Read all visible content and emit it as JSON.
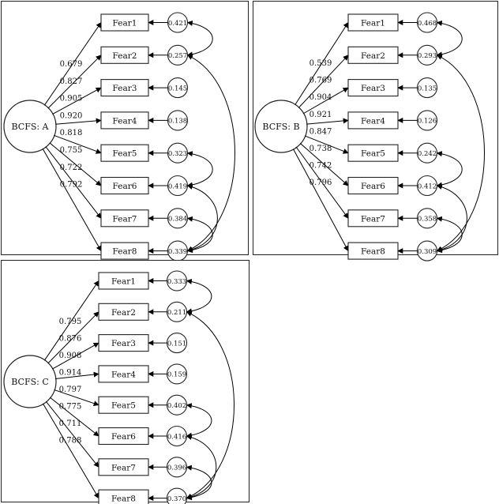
{
  "panels": [
    {
      "id": "a",
      "factor": "BCFS: A",
      "items": [
        "Fear1",
        "Fear2",
        "Fear3",
        "Fear4",
        "Fear5",
        "Fear6",
        "Fear7",
        "Fear8"
      ],
      "loadings": [
        "0.679",
        "0.827",
        "0.905",
        "0.920",
        "0.818",
        "0.755",
        "0.722",
        "0.792"
      ],
      "errors": [
        "0.421",
        "0.257",
        "0.145",
        "0.138",
        "0.323",
        "0.419",
        "0.384",
        "0.339"
      ],
      "correlations": [
        [
          0,
          1
        ],
        [
          1,
          7
        ],
        [
          4,
          5
        ],
        [
          5,
          7
        ],
        [
          6,
          7
        ]
      ]
    },
    {
      "id": "b",
      "factor": "BCFS: B",
      "items": [
        "Fear1",
        "Fear2",
        "Fear3",
        "Fear4",
        "Fear5",
        "Fear6",
        "Fear7",
        "Fear8"
      ],
      "loadings": [
        "0.539",
        "0.769",
        "0.904",
        "0.921",
        "0.847",
        "0.738",
        "0.742",
        "0.796"
      ],
      "errors": [
        "0.468",
        "0.293",
        "0.135",
        "0.126",
        "0.242",
        "0.412",
        "0.358",
        "0.309"
      ],
      "correlations": [
        [
          0,
          1
        ],
        [
          1,
          7
        ],
        [
          4,
          5
        ],
        [
          5,
          7
        ],
        [
          6,
          7
        ]
      ]
    },
    {
      "id": "c",
      "factor": "BCFS: C",
      "items": [
        "Fear1",
        "Fear2",
        "Fear3",
        "Fear4",
        "Fear5",
        "Fear6",
        "Fear7",
        "Fear8"
      ],
      "loadings": [
        "0.795",
        "0.876",
        "0.908",
        "0.914",
        "0.797",
        "0.775",
        "0.711",
        "0.788"
      ],
      "errors": [
        "0.333",
        "0.211",
        "0.151",
        "0.159",
        "0.402",
        "0.416",
        "0.396",
        "0.370"
      ],
      "correlations": [
        [
          0,
          1
        ],
        [
          1,
          7
        ],
        [
          4,
          5
        ],
        [
          5,
          7
        ],
        [
          6,
          7
        ]
      ]
    }
  ]
}
